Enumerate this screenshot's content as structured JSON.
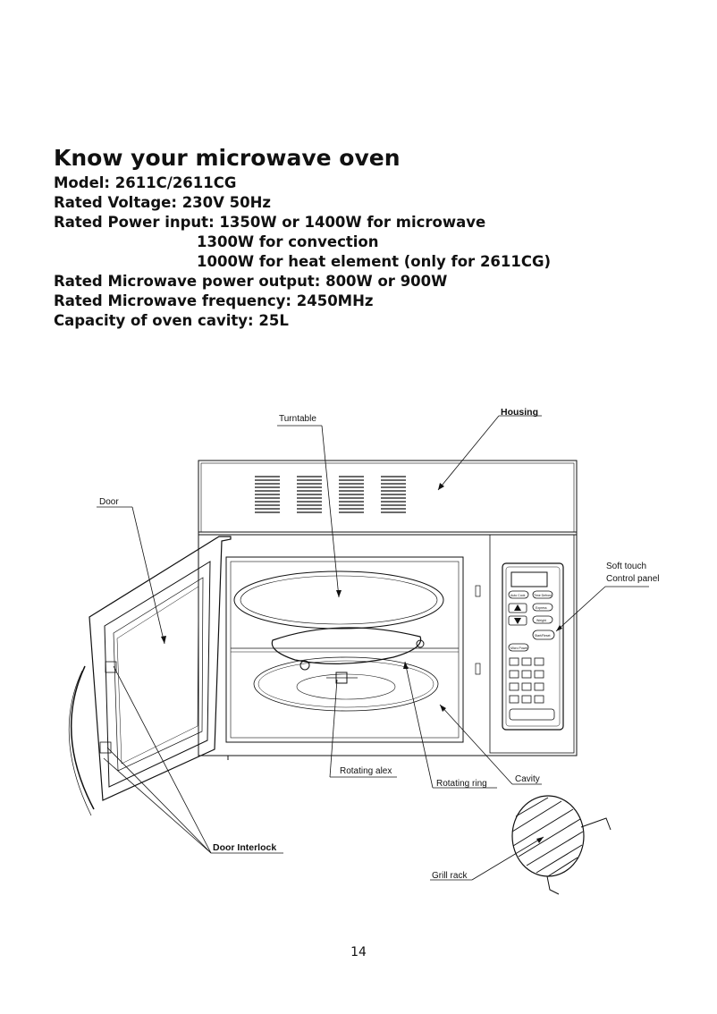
{
  "heading": "Know your microwave oven",
  "specs": {
    "model": "Model: 2611C/2611CG",
    "voltage": "Rated Voltage: 230V 50Hz",
    "power_input": "Rated Power input: 1350W or 1400W for microwave",
    "power_convection": "1300W for convection",
    "power_heat": "1000W for heat element (only for 2611CG)",
    "mw_output": "Rated Microwave power output: 800W or 900W",
    "mw_frequency": "Rated Microwave frequency: 2450MHz",
    "capacity": "Capacity of oven cavity: 25L"
  },
  "diagram": {
    "labels": {
      "turntable": "Turntable",
      "housing": "Housing",
      "door": "Door",
      "control_panel_1": "Soft touch",
      "control_panel_2": "Control panel",
      "rotating_axle": "Rotating alex",
      "rotating_ring": "Rotating ring",
      "cavity": "Cavity",
      "door_interlock": "Door Interlock",
      "grill_rack": "Grill rack"
    },
    "panel_buttons": [
      "Auto Cook",
      "Time Defrost",
      "Express",
      "Weight",
      "Start/Reset",
      "Micro Power"
    ]
  },
  "page_number": "14"
}
